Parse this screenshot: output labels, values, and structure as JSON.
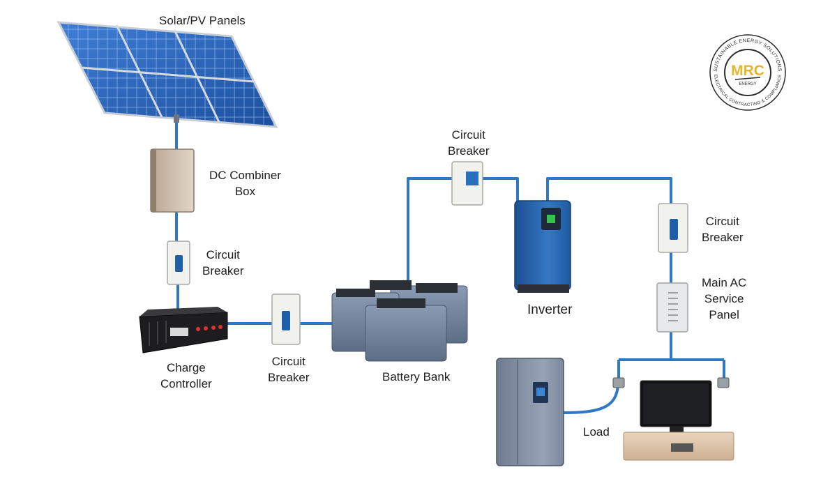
{
  "labels": {
    "solar_panels": "Solar/PV Panels",
    "dc_combiner": [
      "DC Combiner",
      "Box"
    ],
    "breaker_1": [
      "Circuit",
      "Breaker"
    ],
    "charge_controller": [
      "Charge",
      "Controller"
    ],
    "breaker_2": [
      "Circuit",
      "Breaker"
    ],
    "battery_bank": "Battery Bank",
    "breaker_3": [
      "Circuit",
      "Breaker"
    ],
    "inverter": "Inverter",
    "breaker_4": [
      "Circuit",
      "Breaker"
    ],
    "main_panel": [
      "Main AC",
      "Service",
      "Panel"
    ],
    "load": "Load"
  },
  "logo": {
    "brand": "MRC",
    "sub": "ENERGY",
    "ring_top": "SUSTAINABLE ENERGY SOLUTIONS",
    "ring_bottom": "ELECTRICAL CONTRACTING & COMPLIANCE"
  },
  "colors": {
    "wire": "#2f78c4",
    "panel_blue": "#2a5fb0",
    "inverter_blue": "#1f5fa8",
    "logo_gold": "#e8b62a"
  }
}
